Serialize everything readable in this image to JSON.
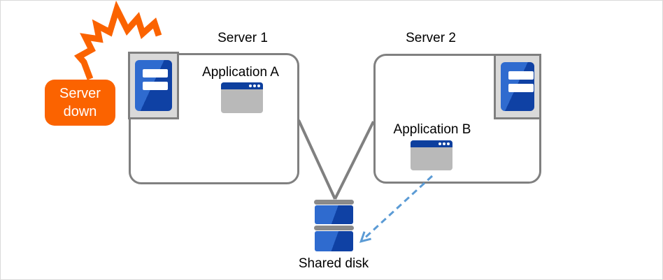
{
  "diagram": {
    "alert_badge_label": "Server down",
    "server1": {
      "title": "Server 1",
      "app_label": "Application A"
    },
    "server2": {
      "title": "Server 2",
      "app_label": "Application B"
    },
    "shared_disk_label": "Shared disk"
  },
  "icons": {
    "crash_bolt": "crash-bolt-icon",
    "server_tower": "server-tower-icon",
    "app_window": "app-window-icon",
    "shared_disk": "shared-disk-icon",
    "open_arrow": "open-arrowhead-icon"
  },
  "colors": {
    "canvas_bg": "#ffffff",
    "canvas_border": "#d9d9d9",
    "orange": "#fb6300",
    "badge_text": "#ffffff",
    "text": "#000000",
    "box_border": "#808080",
    "line_gray": "#808080",
    "icon_frame_bg": "#d9d9d9",
    "icon_frame_border": "#7f7f7f",
    "blue_light": "#2f6bcf",
    "blue_dark": "#0f41a4",
    "window_title": "#0d3f9e",
    "window_body": "#b9b9b9",
    "disk_bar": "#8a8a8a",
    "arrow_blue": "#5b9bd5"
  }
}
